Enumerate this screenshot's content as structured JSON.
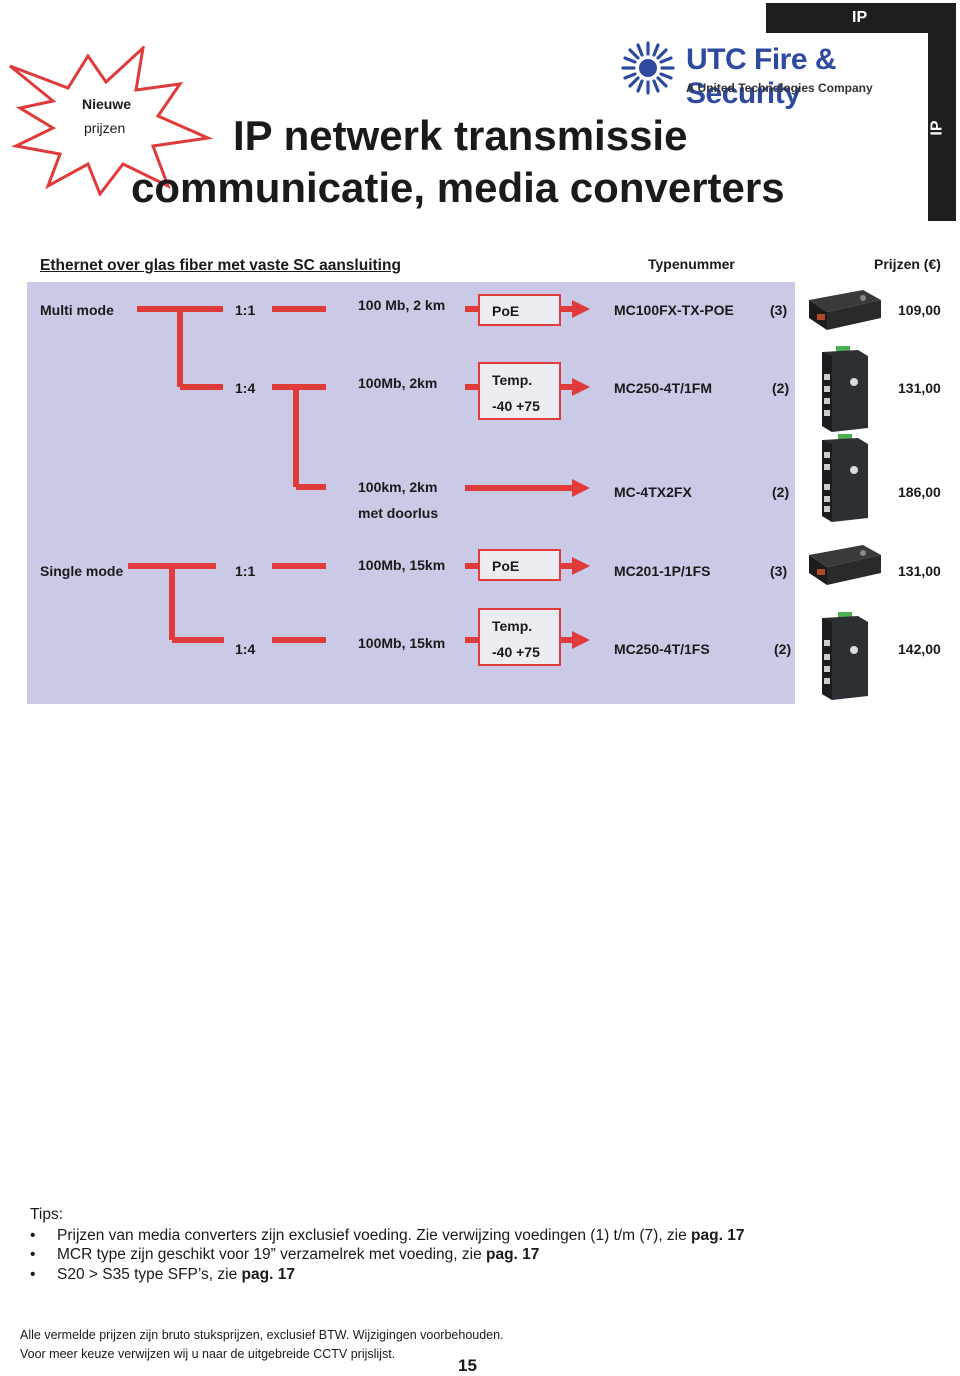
{
  "badge": {
    "line1": "Nieuwe",
    "line2": "prijzen"
  },
  "side_tab": {
    "top_label": "IP",
    "vertical_label": "IP"
  },
  "logo": {
    "name": "UTC Fire & Security",
    "tagline": "A United Technologies Company",
    "icon": "utc-sunburst-logo-icon",
    "color": "#2e4aa0"
  },
  "title": {
    "line1": "IP netwerk transmissie",
    "line2": "communicatie, media converters"
  },
  "table_header": {
    "section": "Ethernet over glas fiber met vaste SC aansluiting",
    "type_col": "Typenummer",
    "price_col": "Prijzen (€)"
  },
  "groups": [
    {
      "label": "Multi mode"
    },
    {
      "label": "Single mode"
    }
  ],
  "rows": [
    {
      "ratio": "1:1",
      "spec": "100 Mb,  2 km",
      "feature_l1": "PoE",
      "feature_l2": "",
      "type": "MC100FX-TX-POE",
      "note": "(3)",
      "price": "109,00",
      "device_icon": "media-converter-flat-icon"
    },
    {
      "ratio": "1:4",
      "spec": "100Mb, 2km",
      "feature_l1": "Temp.",
      "feature_l2": "-40  +75",
      "type": "MC250-4T/1FM",
      "note": "(2)",
      "price": "131,00",
      "device_icon": "din-rail-switch-icon"
    },
    {
      "ratio": "",
      "spec": "100km, 2km",
      "spec_l2": "met doorlus",
      "feature_l1": "",
      "feature_l2": "",
      "type": "MC-4TX2FX",
      "note": "(2)",
      "price": "186,00",
      "device_icon": "din-rail-switch-icon"
    },
    {
      "ratio": "1:1",
      "spec": "100Mb, 15km",
      "feature_l1": "PoE",
      "feature_l2": "",
      "type": "MC201-1P/1FS",
      "note": "(3)",
      "price": "131,00",
      "device_icon": "media-converter-flat-icon"
    },
    {
      "ratio": "1:4",
      "spec": "100Mb, 15km",
      "feature_l1": "Temp.",
      "feature_l2": "-40  +75",
      "type": "MC250-4T/1FS",
      "note": "(2)",
      "price": "142,00",
      "device_icon": "din-rail-switch-icon"
    }
  ],
  "colors": {
    "panel": "#cbcae6",
    "connector": "#e03a3a",
    "text": "#1a1a1a"
  },
  "tips": {
    "label": "Tips:",
    "items": [
      {
        "text": "Prijzen van media converters zijn exclusief voeding.  Zie verwijzing voedingen  (1) t/m (7), zie ",
        "bold": "pag. 17"
      },
      {
        "text": "MCR type zijn geschikt voor 19” verzamelrek met voeding, zie ",
        "bold": "pag. 17"
      },
      {
        "text": "S20 > S35 type SFP’s, zie ",
        "bold": "pag. 17"
      }
    ]
  },
  "footer": {
    "line1": "Alle vermelde prijzen zijn bruto stuksprijzen, exclusief BTW. Wijzigingen voorbehouden.",
    "line2": "Voor meer keuze verwijzen wij u naar de uitgebreide CCTV prijslijst.",
    "page": "15"
  }
}
